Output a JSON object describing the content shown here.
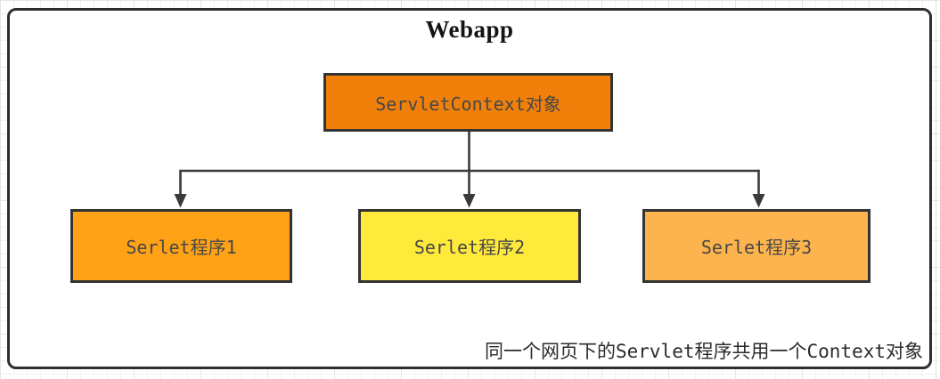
{
  "diagram": {
    "title": "Webapp",
    "root": {
      "label": "ServletContext对象",
      "fill": "#F0800A"
    },
    "children": [
      {
        "label": "Serlet程序1",
        "fill": "#FFA216"
      },
      {
        "label": "Serlet程序2",
        "fill": "#FFE93B"
      },
      {
        "label": "Serlet程序3",
        "fill": "#FDB44E"
      }
    ],
    "caption": "同一个网页下的Servlet程序共用一个Context对象",
    "colors": {
      "container_border": "#2E2E2E",
      "node_border": "#333333",
      "connector": "#3A3A3A",
      "node_label_text": "#474747",
      "title_text": "#141414",
      "caption_text": "#2B2B2B",
      "canvas_background": "#FFFFFF",
      "grid_line_minor": "#F1F1F1",
      "grid_line_major": "#E4E4E4"
    }
  }
}
